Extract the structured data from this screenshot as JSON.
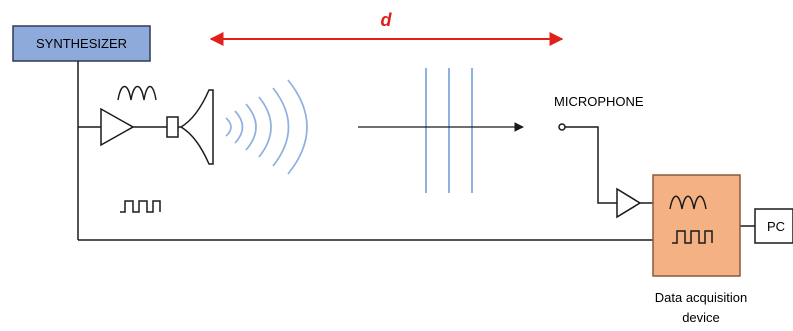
{
  "labels": {
    "synthesizer": "SYNTHESIZER",
    "distance": "d",
    "microphone": "MICROPHONE",
    "pc": "PC",
    "daq_line1": "Data acquisition",
    "daq_line2": "device"
  },
  "colors": {
    "synthesizer_fill": "#8eaadb",
    "synthesizer_stroke": "#2f3b57",
    "daq_fill": "#f4b183",
    "daq_stroke": "#8a5a3a",
    "distance_arrow": "#e0201b",
    "wave_lines": "#8fb0e0",
    "sound_arcs": "#8fb0e0",
    "wiring": "#1a1a1a"
  },
  "icons": {
    "sine_wave": "sine-icon",
    "square_wave": "square-wave-icon",
    "amplifier": "amplifier-triangle-icon",
    "loudspeaker": "horn-speaker-icon",
    "microphone": "microphone-dot-icon"
  }
}
